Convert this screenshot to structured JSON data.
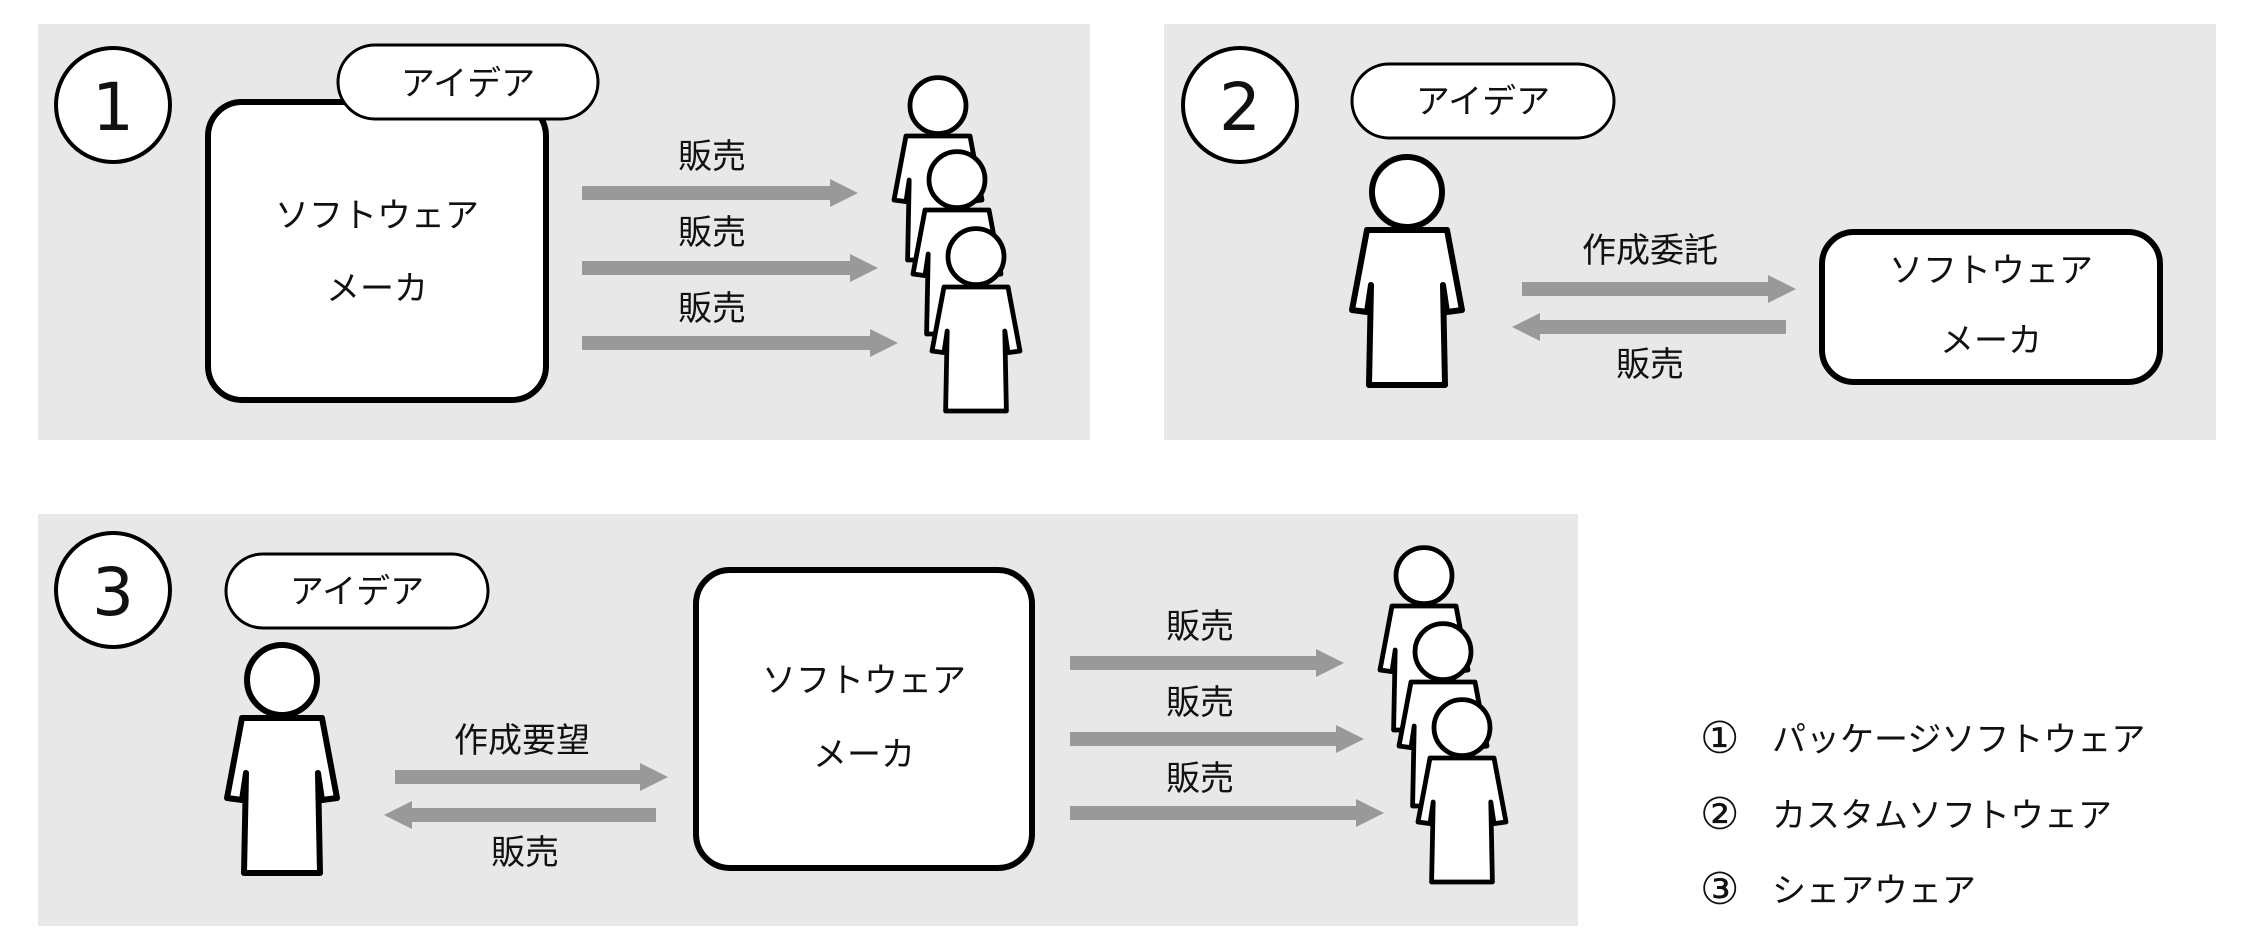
{
  "panel1": {
    "number": "1",
    "idea": "アイデア",
    "maker_line1": "ソフトウェア",
    "maker_line2": "メーカ",
    "sales": [
      "販売",
      "販売",
      "販売"
    ]
  },
  "panel2": {
    "number": "2",
    "idea": "アイデア",
    "commission": "作成委託",
    "sale": "販売",
    "maker_line1": "ソフトウェア",
    "maker_line2": "メーカ"
  },
  "panel3": {
    "number": "3",
    "idea": "アイデア",
    "request": "作成要望",
    "sale_back": "販売",
    "maker_line1": "ソフトウェア",
    "maker_line2": "メーカ",
    "sales": [
      "販売",
      "販売",
      "販売"
    ]
  },
  "legend": [
    {
      "mark": "①",
      "label": "パッケージソフトウェア"
    },
    {
      "mark": "②",
      "label": "カスタムソフトウェア"
    },
    {
      "mark": "③",
      "label": "シェアウェア"
    }
  ],
  "colors": {
    "panel_bg": "#e8e8e8",
    "arrow": "#999999",
    "stroke": "#000000"
  }
}
